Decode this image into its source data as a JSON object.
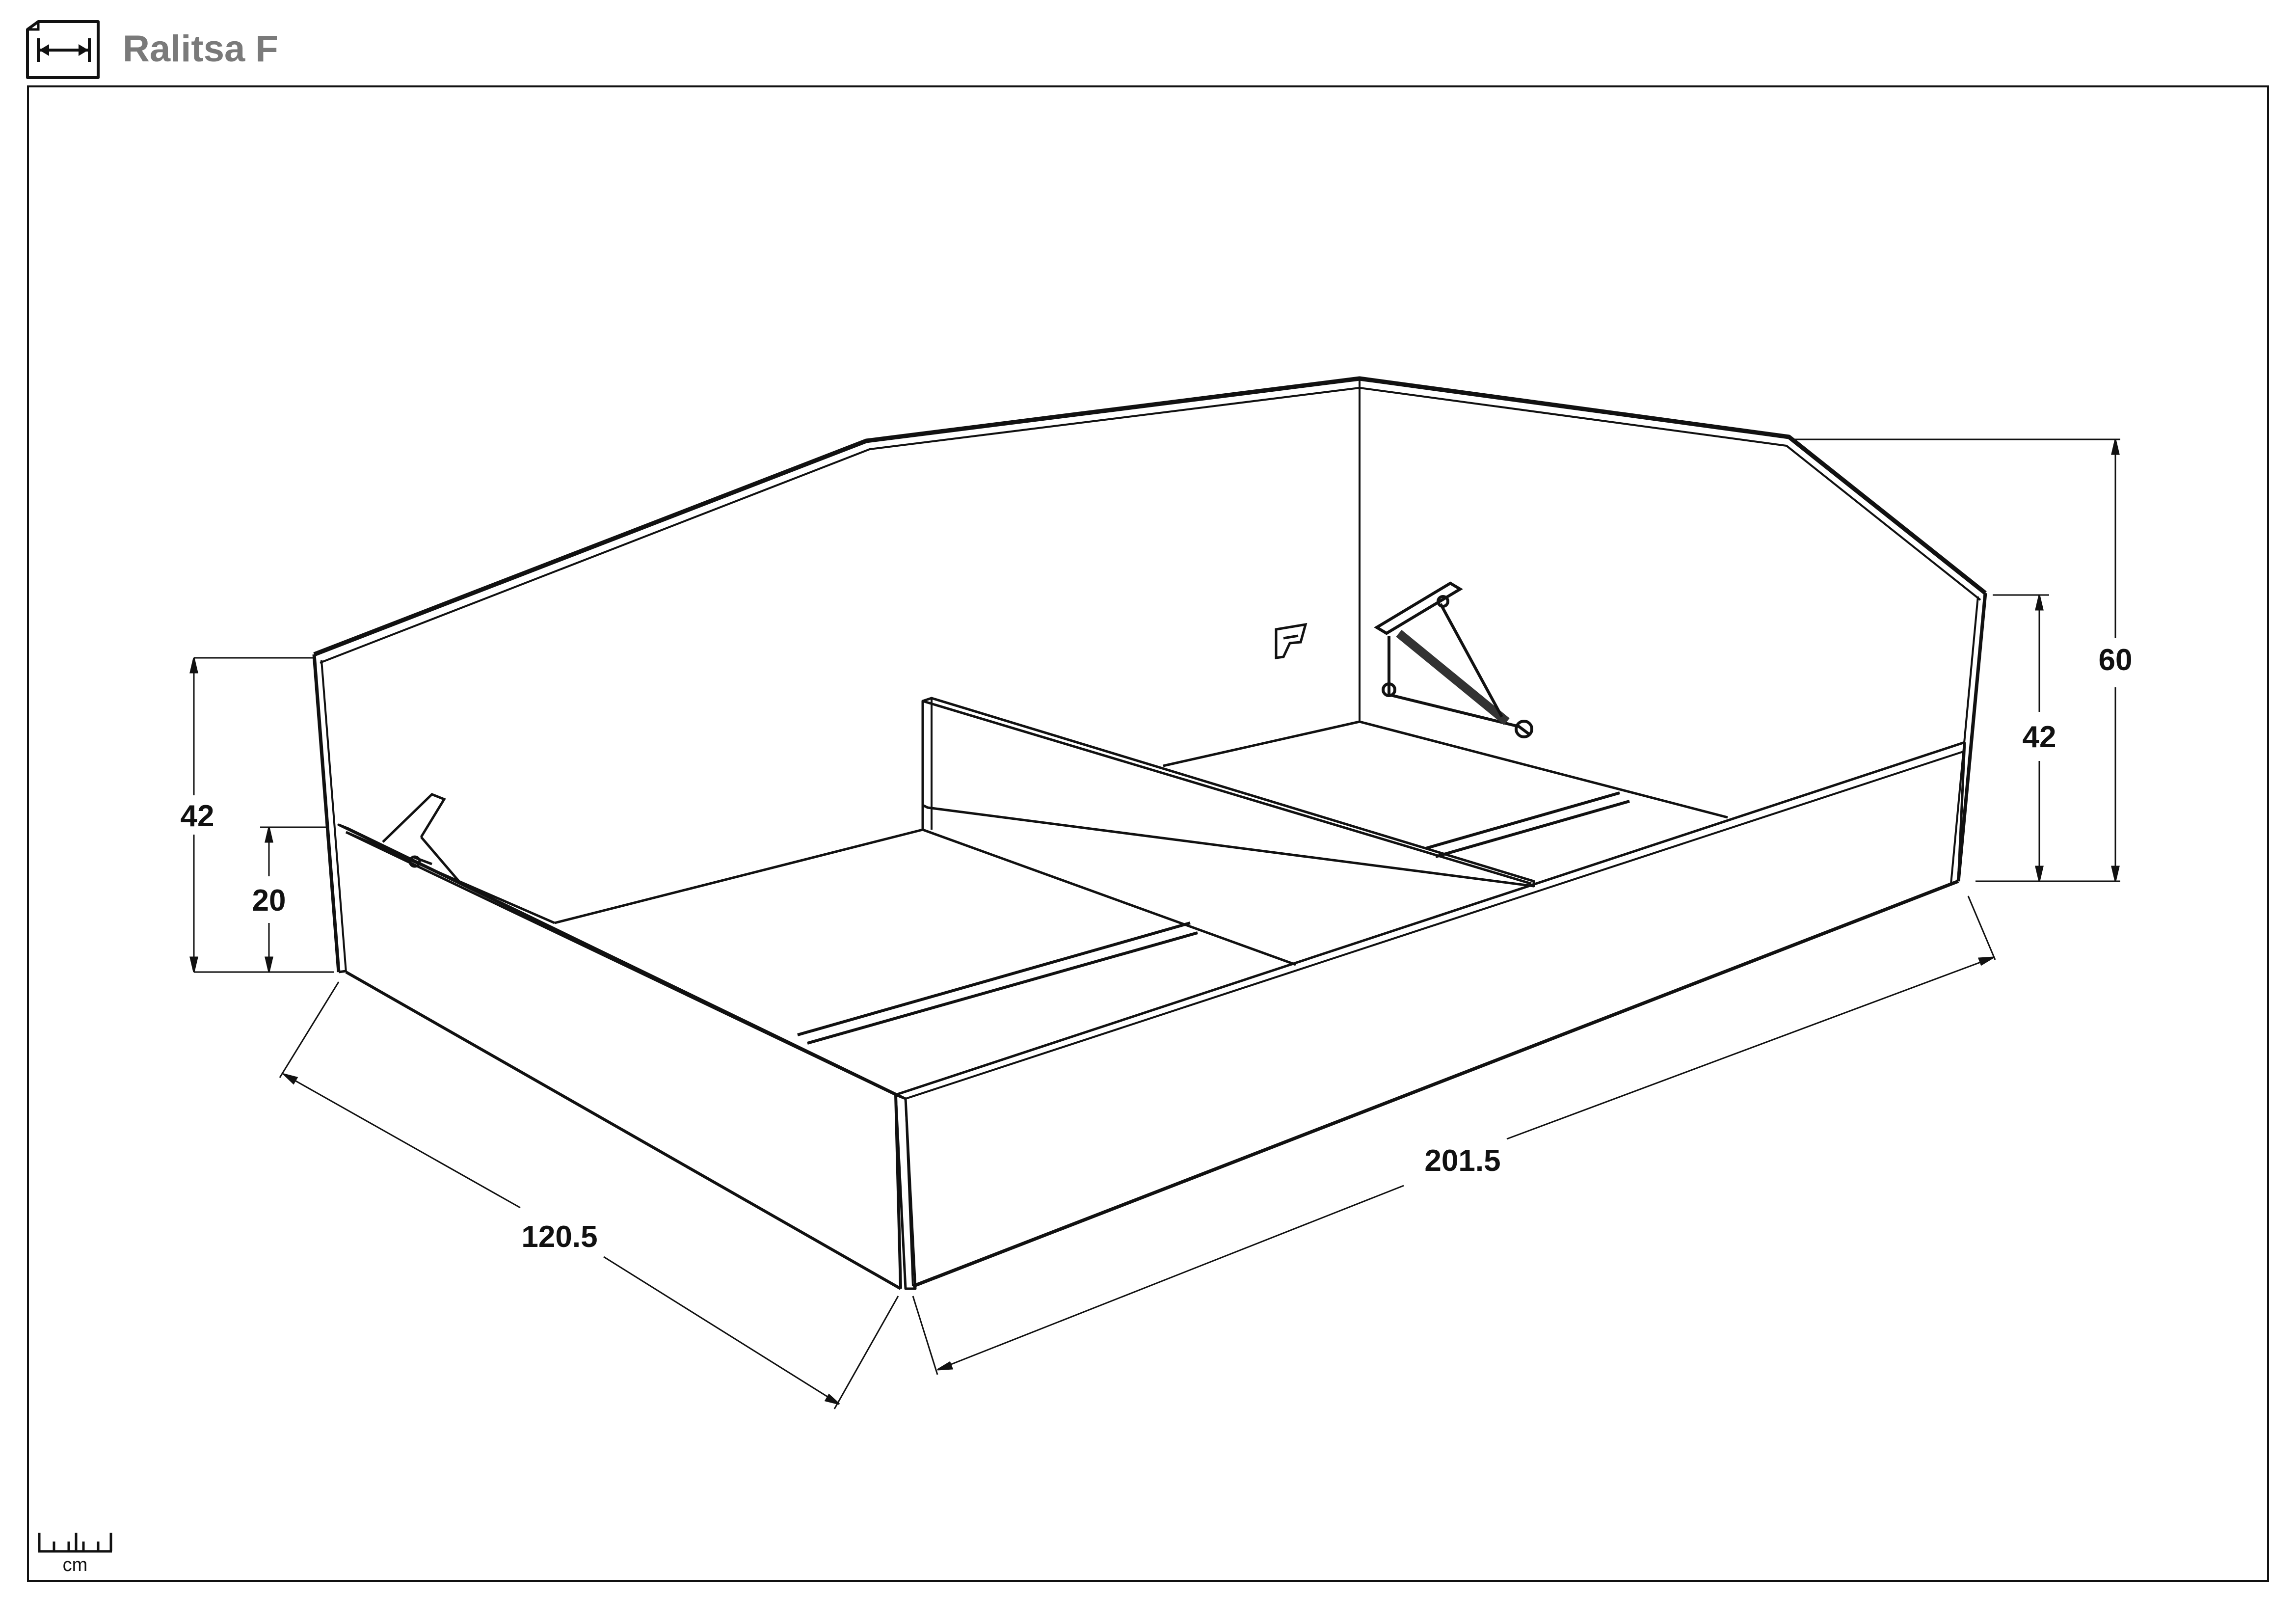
{
  "header": {
    "title": "Ralitsa F",
    "icon": "dimensions-icon"
  },
  "dimensions": {
    "left_total_height": "42",
    "left_base_height": "20",
    "right_side_height": "42",
    "right_total_height": "60",
    "width": "120.5",
    "length": "201.5"
  },
  "scale": {
    "unit": "cm",
    "icon": "ruler-icon"
  },
  "colors": {
    "line": "#111111",
    "title": "#7a7a7a"
  }
}
